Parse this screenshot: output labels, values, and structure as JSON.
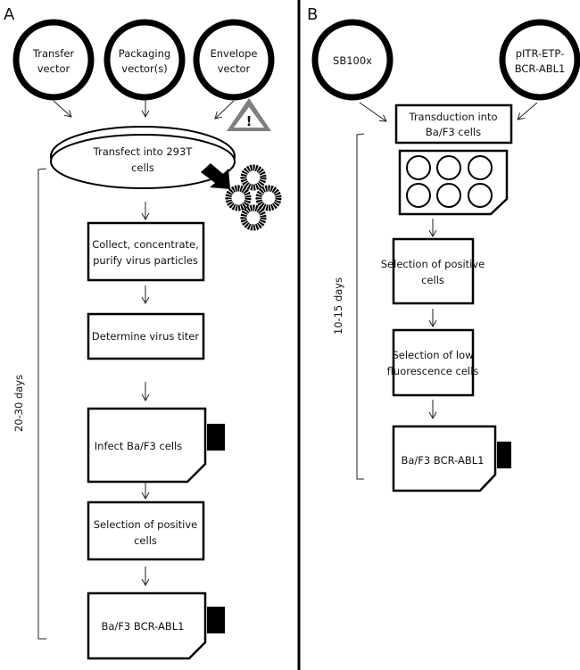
{
  "panel_a": {
    "label": "A",
    "vectors": [
      {
        "lines": [
          "Transfer",
          "vector"
        ]
      },
      {
        "lines": [
          "Packaging",
          "vector(s)"
        ]
      },
      {
        "lines": [
          "Envelope",
          "vector"
        ]
      }
    ],
    "transfect": [
      "Transfect into 293T",
      "cells"
    ],
    "steps": [
      [
        "Collect, concentrate,",
        "purify virus particles"
      ],
      [
        "Determine virus titer"
      ],
      [
        "Infect Ba/F3 cells"
      ],
      [
        "Selection of positive",
        "cells"
      ],
      [
        "Ba/F3 BCR-ABL1"
      ]
    ],
    "duration": "20-30 days",
    "warning_icon": "!"
  },
  "panel_b": {
    "label": "B",
    "vectors": [
      {
        "lines": [
          "SB100x"
        ]
      },
      {
        "lines": [
          "pITR-ETP-",
          "BCR-ABL1"
        ]
      }
    ],
    "transduction": [
      "Transduction into",
      "Ba/F3 cells"
    ],
    "steps": [
      [
        "Selection of positive",
        "cells"
      ],
      [
        "Selection of low",
        "fluorescence cells"
      ],
      [
        "Ba/F3 BCR-ABL1"
      ]
    ],
    "duration": "10-15 days"
  },
  "colors": {
    "warning": "#808080",
    "line": "#000000"
  }
}
